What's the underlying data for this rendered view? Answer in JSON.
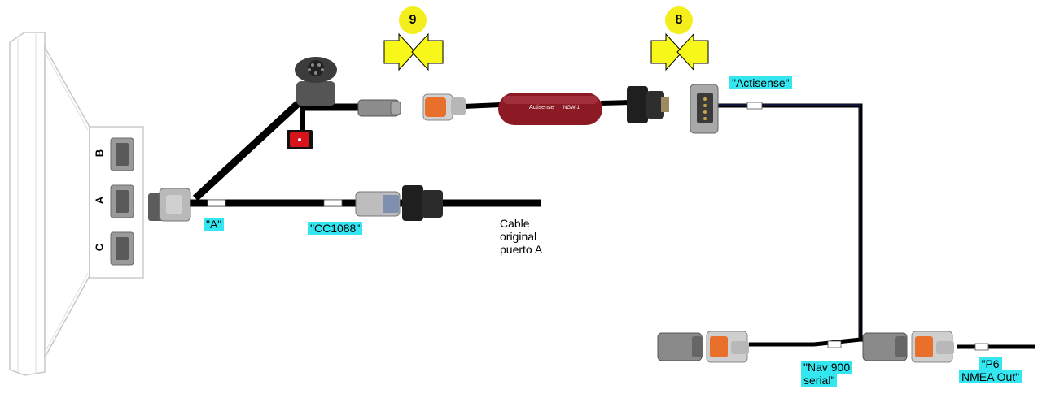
{
  "display": {
    "ports": [
      {
        "letter": "B"
      },
      {
        "letter": "A"
      },
      {
        "letter": "C"
      }
    ]
  },
  "markers": [
    {
      "number": "9"
    },
    {
      "number": "8"
    }
  ],
  "device": {
    "brand": "Actisense",
    "model": "NGW-1"
  },
  "labels": {
    "a": "\"A\"",
    "cc1088": "\"CC1088\"",
    "cable_line1": "Cable",
    "cable_line2": "original",
    "cable_line3": "puerto A",
    "actisense": "\"Actisense\"",
    "nav_line1": "\"Nav 900",
    "nav_line2": "serial\"",
    "p6_line1": "\"P6",
    "p6_line2": "NMEA Out\""
  },
  "colors": {
    "label_highlight": "#33e6f0",
    "marker": "#f4ef1c",
    "arrow": "#f7f719",
    "device_body": "#8b1a25",
    "switch": "#d8141b",
    "connector_orange": "#e8702a",
    "cable": "#000000"
  }
}
